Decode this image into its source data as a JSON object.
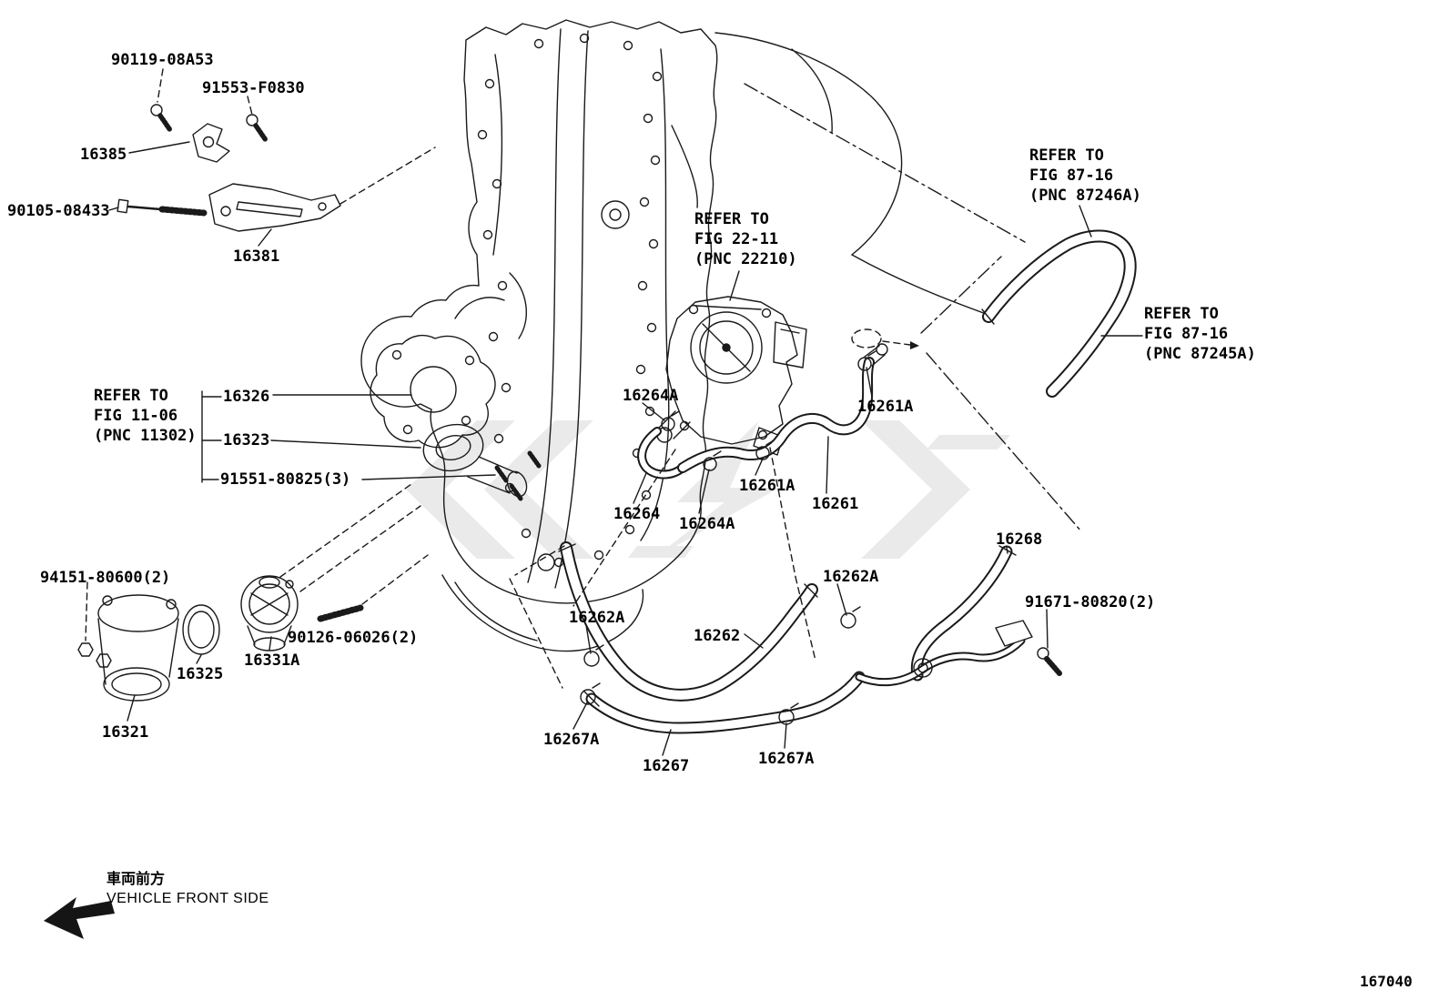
{
  "figure": {
    "code": "167040"
  },
  "direction_note": {
    "jp": "車両前方",
    "en": "VEHICLE FRONT SIDE"
  },
  "part_labels": [
    {
      "text": "90119-08A53"
    },
    {
      "text": "91553-F0830"
    },
    {
      "text": "16385"
    },
    {
      "text": "90105-08433"
    },
    {
      "text": "16381"
    },
    {
      "text": "16326"
    },
    {
      "text": "16323"
    },
    {
      "text": "91551-80825(3)"
    },
    {
      "text": "94151-80600(2)"
    },
    {
      "text": "16325"
    },
    {
      "text": "16331A"
    },
    {
      "text": "90126-06026(2)"
    },
    {
      "text": "16321"
    },
    {
      "text": "16264A"
    },
    {
      "text": "16261A"
    },
    {
      "text": "16261A"
    },
    {
      "text": "16261"
    },
    {
      "text": "16264"
    },
    {
      "text": "16264A"
    },
    {
      "text": "16268"
    },
    {
      "text": "16262A"
    },
    {
      "text": "91671-80820(2)"
    },
    {
      "text": "16262A"
    },
    {
      "text": "16262"
    },
    {
      "text": "16267A"
    },
    {
      "text": "16267"
    },
    {
      "text": "16267A"
    }
  ],
  "ref_notes": [
    {
      "l1": "REFER TO",
      "l2": "FIG 11-06",
      "l3": "(PNC 11302)"
    },
    {
      "l1": "REFER TO",
      "l2": "FIG 22-11",
      "l3": "(PNC 22210)"
    },
    {
      "l1": "REFER TO",
      "l2": "FIG 87-16",
      "l3": "(PNC 87246A)"
    },
    {
      "l1": "REFER TO",
      "l2": "FIG 87-16",
      "l3": "(PNC 87245A)"
    }
  ]
}
